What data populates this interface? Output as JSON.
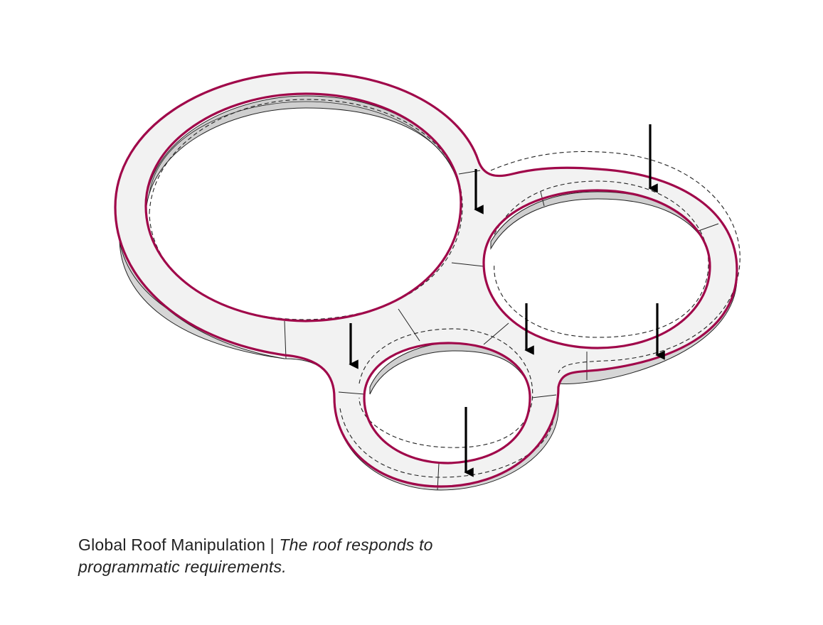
{
  "caption": {
    "title": "Global Roof Manipulation",
    "separator": " | ",
    "description_line1": "The roof responds to",
    "description_line2": "programmatic requirements."
  },
  "colors": {
    "roof_outline": "#a0084a",
    "roof_top_fill": "#f2f2f2",
    "roof_side_fill": "#d6d6d6",
    "stroke": "#222222",
    "arrow": "#000000"
  },
  "icons": {
    "arrow": "down-arrow-icon"
  }
}
